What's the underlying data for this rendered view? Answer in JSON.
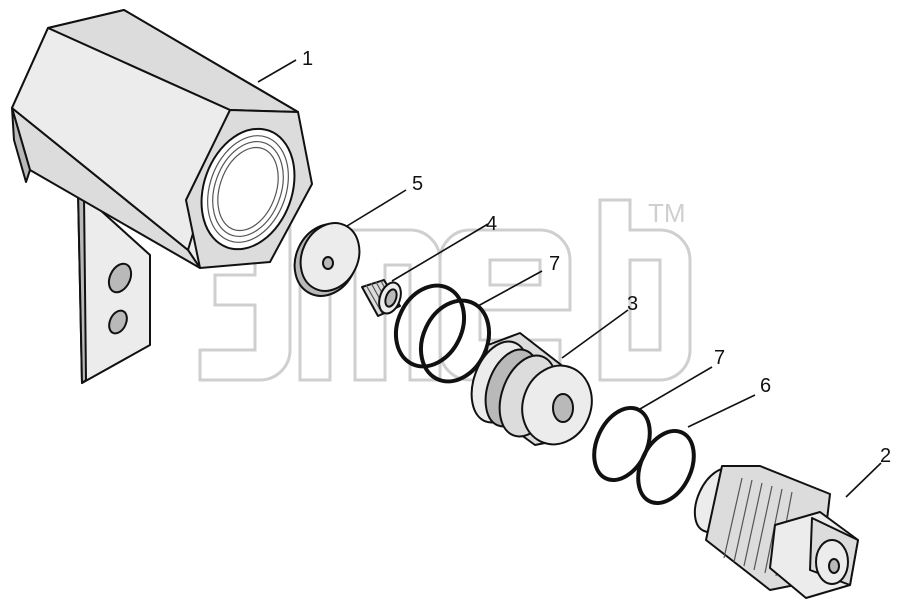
{
  "diagram": {
    "callouts": [
      {
        "id": "c1",
        "label": "1"
      },
      {
        "id": "c2",
        "label": "2"
      },
      {
        "id": "c3",
        "label": "3"
      },
      {
        "id": "c4",
        "label": "4"
      },
      {
        "id": "c5",
        "label": "5"
      },
      {
        "id": "c6",
        "label": "6"
      },
      {
        "id": "c7a",
        "label": "7"
      },
      {
        "id": "c7b",
        "label": "7"
      }
    ],
    "watermark": {
      "mark": "TM"
    }
  },
  "colors": {
    "line": "#111111",
    "shade": "#dcdcdc",
    "watermark": "#cfcfcf"
  }
}
